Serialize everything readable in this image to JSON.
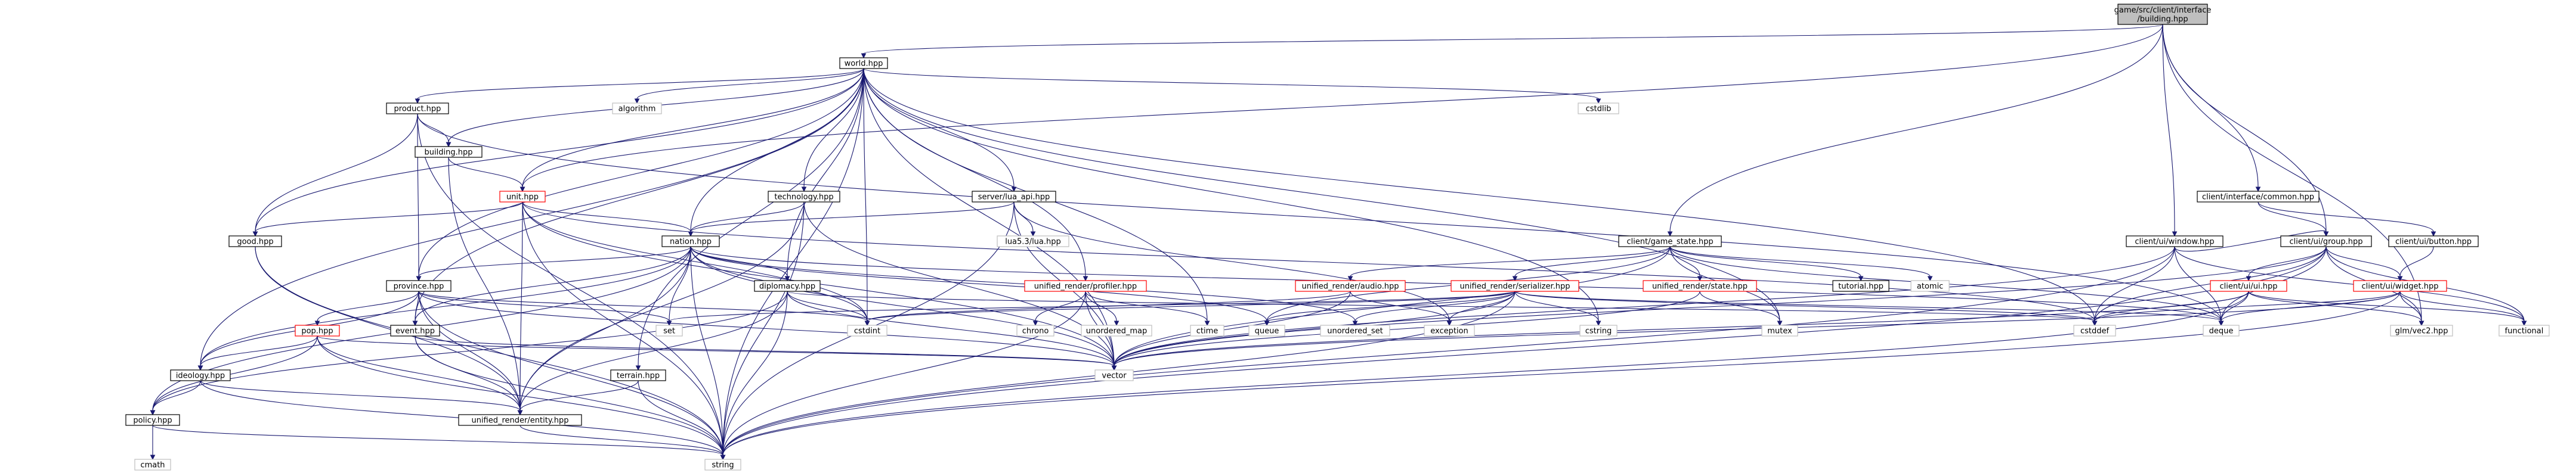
{
  "graph": {
    "colors": {
      "edge": "#191970",
      "node_border": "#000000",
      "node_border_noref": "#ff0000",
      "node_border_system": "#bfbfbf",
      "root_fill": "#bfbfbf",
      "node_fill": "#ffffff",
      "system_text": "#606060"
    },
    "nodes": [
      {
        "id": "root",
        "label": "game/src/client/interface\n/building.hpp",
        "style": "root"
      },
      {
        "id": "world",
        "label": "world.hpp",
        "style": "normal"
      },
      {
        "id": "product",
        "label": "product.hpp",
        "style": "normal"
      },
      {
        "id": "algorithm",
        "label": "algorithm",
        "style": "system"
      },
      {
        "id": "cstdlib",
        "label": "cstdlib",
        "style": "system"
      },
      {
        "id": "building",
        "label": "building.hpp",
        "style": "normal"
      },
      {
        "id": "unit",
        "label": "unit.hpp",
        "style": "noref"
      },
      {
        "id": "technology",
        "label": "technology.hpp",
        "style": "normal"
      },
      {
        "id": "server_lua",
        "label": "server/lua_api.hpp",
        "style": "normal"
      },
      {
        "id": "lua",
        "label": "lua5.3/lua.hpp",
        "style": "system"
      },
      {
        "id": "good",
        "label": "good.hpp",
        "style": "normal"
      },
      {
        "id": "nation",
        "label": "nation.hpp",
        "style": "normal"
      },
      {
        "id": "game_state",
        "label": "client/game_state.hpp",
        "style": "normal"
      },
      {
        "id": "tutorial",
        "label": "tutorial.hpp",
        "style": "normal"
      },
      {
        "id": "atomic",
        "label": "atomic",
        "style": "system"
      },
      {
        "id": "ci_common",
        "label": "client/interface/common.hpp",
        "style": "normal"
      },
      {
        "id": "ui_window",
        "label": "client/ui/window.hpp",
        "style": "normal"
      },
      {
        "id": "ui_group",
        "label": "client/ui/group.hpp",
        "style": "normal"
      },
      {
        "id": "ui_button",
        "label": "client/ui/button.hpp",
        "style": "normal"
      },
      {
        "id": "ur_audio",
        "label": "unified_render/audio.hpp",
        "style": "noref"
      },
      {
        "id": "ur_serializer",
        "label": "unified_render/serializer.hpp",
        "style": "noref"
      },
      {
        "id": "ur_state",
        "label": "unified_render/state.hpp",
        "style": "noref"
      },
      {
        "id": "ui_ui",
        "label": "client/ui/ui.hpp",
        "style": "noref"
      },
      {
        "id": "ui_widget",
        "label": "client/ui/widget.hpp",
        "style": "noref"
      },
      {
        "id": "province",
        "label": "province.hpp",
        "style": "normal"
      },
      {
        "id": "diplomacy",
        "label": "diplomacy.hpp",
        "style": "normal"
      },
      {
        "id": "ur_profiler",
        "label": "unified_render/profiler.hpp",
        "style": "noref"
      },
      {
        "id": "pop",
        "label": "pop.hpp",
        "style": "noref"
      },
      {
        "id": "event",
        "label": "event.hpp",
        "style": "normal"
      },
      {
        "id": "set",
        "label": "set",
        "style": "system"
      },
      {
        "id": "cstdint",
        "label": "cstdint",
        "style": "system"
      },
      {
        "id": "chrono",
        "label": "chrono",
        "style": "system"
      },
      {
        "id": "unordered_map",
        "label": "unordered_map",
        "style": "system"
      },
      {
        "id": "ctime",
        "label": "ctime",
        "style": "system"
      },
      {
        "id": "queue",
        "label": "queue",
        "style": "system"
      },
      {
        "id": "unordered_set",
        "label": "unordered_set",
        "style": "system"
      },
      {
        "id": "exception",
        "label": "exception",
        "style": "system"
      },
      {
        "id": "cstring",
        "label": "cstring",
        "style": "system"
      },
      {
        "id": "mutex",
        "label": "mutex",
        "style": "system"
      },
      {
        "id": "cstddef",
        "label": "cstddef",
        "style": "system"
      },
      {
        "id": "deque",
        "label": "deque",
        "style": "system"
      },
      {
        "id": "glm_vec2",
        "label": "glm/vec2.hpp",
        "style": "system"
      },
      {
        "id": "functional",
        "label": "functional",
        "style": "system"
      },
      {
        "id": "ideology",
        "label": "ideology.hpp",
        "style": "normal"
      },
      {
        "id": "terrain",
        "label": "terrain.hpp",
        "style": "normal"
      },
      {
        "id": "vector",
        "label": "vector",
        "style": "system"
      },
      {
        "id": "policy",
        "label": "policy.hpp",
        "style": "normal"
      },
      {
        "id": "ur_entity",
        "label": "unified_render/entity.hpp",
        "style": "normal"
      },
      {
        "id": "cmath",
        "label": "cmath",
        "style": "system"
      },
      {
        "id": "string",
        "label": "string",
        "style": "system"
      }
    ],
    "edges": [
      [
        "root",
        "world"
      ],
      [
        "root",
        "game_state"
      ],
      [
        "root",
        "ci_common"
      ],
      [
        "root",
        "ui_window"
      ],
      [
        "root",
        "ui_group"
      ],
      [
        "root",
        "unit"
      ],
      [
        "root",
        "glm_vec2"
      ],
      [
        "world",
        "product"
      ],
      [
        "world",
        "algorithm"
      ],
      [
        "world",
        "cstdlib"
      ],
      [
        "world",
        "building"
      ],
      [
        "world",
        "unit"
      ],
      [
        "world",
        "technology"
      ],
      [
        "world",
        "server_lua"
      ],
      [
        "world",
        "good"
      ],
      [
        "world",
        "nation"
      ],
      [
        "world",
        "province"
      ],
      [
        "world",
        "diplomacy"
      ],
      [
        "world",
        "ur_profiler"
      ],
      [
        "world",
        "event"
      ],
      [
        "world",
        "ideology"
      ],
      [
        "world",
        "terrain"
      ],
      [
        "world",
        "cstdint"
      ],
      [
        "world",
        "ctime"
      ],
      [
        "world",
        "cstring"
      ],
      [
        "world",
        "mutex"
      ],
      [
        "world",
        "cstddef"
      ],
      [
        "world",
        "string"
      ],
      [
        "world",
        "vector"
      ],
      [
        "product",
        "building"
      ],
      [
        "product",
        "good"
      ],
      [
        "product",
        "province"
      ],
      [
        "product",
        "string"
      ],
      [
        "product",
        "deque"
      ],
      [
        "building",
        "unit"
      ],
      [
        "building",
        "ur_entity"
      ],
      [
        "unit",
        "nation"
      ],
      [
        "unit",
        "good"
      ],
      [
        "unit",
        "ur_entity"
      ],
      [
        "unit",
        "cstdint"
      ],
      [
        "unit",
        "string"
      ],
      [
        "unit",
        "vector"
      ],
      [
        "unit",
        "cstddef"
      ],
      [
        "technology",
        "nation"
      ],
      [
        "technology",
        "ur_entity"
      ],
      [
        "technology",
        "string"
      ],
      [
        "technology",
        "vector"
      ],
      [
        "server_lua",
        "nation"
      ],
      [
        "server_lua",
        "lua"
      ],
      [
        "server_lua",
        "string"
      ],
      [
        "server_lua",
        "vector"
      ],
      [
        "server_lua",
        "exception"
      ],
      [
        "good",
        "string"
      ],
      [
        "good",
        "ur_entity"
      ],
      [
        "nation",
        "province"
      ],
      [
        "nation",
        "diplomacy"
      ],
      [
        "nation",
        "event"
      ],
      [
        "nation",
        "ideology"
      ],
      [
        "nation",
        "policy"
      ],
      [
        "nation",
        "set"
      ],
      [
        "nation",
        "cstdint"
      ],
      [
        "nation",
        "string"
      ],
      [
        "nation",
        "vector"
      ],
      [
        "nation",
        "queue"
      ],
      [
        "nation",
        "unordered_set"
      ],
      [
        "nation",
        "deque"
      ],
      [
        "nation",
        "ur_entity"
      ],
      [
        "game_state",
        "tutorial"
      ],
      [
        "game_state",
        "atomic"
      ],
      [
        "game_state",
        "ur_audio"
      ],
      [
        "game_state",
        "ur_serializer"
      ],
      [
        "game_state",
        "ur_state"
      ],
      [
        "game_state",
        "mutex"
      ],
      [
        "game_state",
        "vector"
      ],
      [
        "game_state",
        "queue"
      ],
      [
        "game_state",
        "deque"
      ],
      [
        "ci_common",
        "ui_group"
      ],
      [
        "ci_common",
        "ui_button"
      ],
      [
        "ui_window",
        "ui_group"
      ],
      [
        "ui_window",
        "cstddef"
      ],
      [
        "ui_window",
        "deque"
      ],
      [
        "ui_window",
        "vector"
      ],
      [
        "ui_window",
        "string"
      ],
      [
        "ui_window",
        "functional"
      ],
      [
        "ui_group",
        "ui_ui"
      ],
      [
        "ui_group",
        "ui_widget"
      ],
      [
        "ui_group",
        "cstddef"
      ],
      [
        "ui_group",
        "deque"
      ],
      [
        "ui_group",
        "vector"
      ],
      [
        "ui_group",
        "string"
      ],
      [
        "ui_group",
        "functional"
      ],
      [
        "ui_group",
        "glm_vec2"
      ],
      [
        "ui_button",
        "ui_widget"
      ],
      [
        "ur_audio",
        "exception"
      ],
      [
        "ur_audio",
        "cstdint"
      ],
      [
        "ur_audio",
        "vector"
      ],
      [
        "ur_serializer",
        "cstdint"
      ],
      [
        "ur_serializer",
        "cstring"
      ],
      [
        "ur_serializer",
        "exception"
      ],
      [
        "ur_serializer",
        "set"
      ],
      [
        "ur_serializer",
        "queue"
      ],
      [
        "ur_serializer",
        "unordered_set"
      ],
      [
        "ur_serializer",
        "deque"
      ],
      [
        "ur_serializer",
        "vector"
      ],
      [
        "ur_serializer",
        "string"
      ],
      [
        "ur_serializer",
        "cstddef"
      ],
      [
        "ur_state",
        "mutex"
      ],
      [
        "ur_state",
        "vector"
      ],
      [
        "ui_ui",
        "cstddef"
      ],
      [
        "ui_ui",
        "deque"
      ],
      [
        "ui_ui",
        "vector"
      ],
      [
        "ui_ui",
        "string"
      ],
      [
        "ui_ui",
        "glm_vec2"
      ],
      [
        "ui_ui",
        "functional"
      ],
      [
        "ui_widget",
        "cstddef"
      ],
      [
        "ui_widget",
        "deque"
      ],
      [
        "ui_widget",
        "vector"
      ],
      [
        "ui_widget",
        "string"
      ],
      [
        "ui_widget",
        "glm_vec2"
      ],
      [
        "ui_widget",
        "functional"
      ],
      [
        "province",
        "pop"
      ],
      [
        "province",
        "event"
      ],
      [
        "province",
        "ideology"
      ],
      [
        "province",
        "set"
      ],
      [
        "province",
        "cstdint"
      ],
      [
        "province",
        "string"
      ],
      [
        "province",
        "vector"
      ],
      [
        "province",
        "ur_entity"
      ],
      [
        "diplomacy",
        "cstdint"
      ],
      [
        "diplomacy",
        "vector"
      ],
      [
        "diplomacy",
        "ur_entity"
      ],
      [
        "diplomacy",
        "policy"
      ],
      [
        "diplomacy",
        "cstddef"
      ],
      [
        "diplomacy",
        "string"
      ],
      [
        "ur_profiler",
        "chrono"
      ],
      [
        "ur_profiler",
        "unordered_map"
      ],
      [
        "ur_profiler",
        "ctime"
      ],
      [
        "ur_profiler",
        "vector"
      ],
      [
        "ur_profiler",
        "string"
      ],
      [
        "pop",
        "ideology"
      ],
      [
        "pop",
        "policy"
      ],
      [
        "pop",
        "ur_entity"
      ],
      [
        "pop",
        "string"
      ],
      [
        "pop",
        "vector"
      ],
      [
        "event",
        "ur_entity"
      ],
      [
        "event",
        "string"
      ],
      [
        "event",
        "vector"
      ],
      [
        "ideology",
        "policy"
      ],
      [
        "ideology",
        "ur_entity"
      ],
      [
        "ideology",
        "string"
      ],
      [
        "terrain",
        "ur_entity"
      ],
      [
        "terrain",
        "string"
      ],
      [
        "policy",
        "cmath"
      ],
      [
        "policy",
        "string"
      ],
      [
        "ur_entity",
        "string"
      ]
    ]
  }
}
